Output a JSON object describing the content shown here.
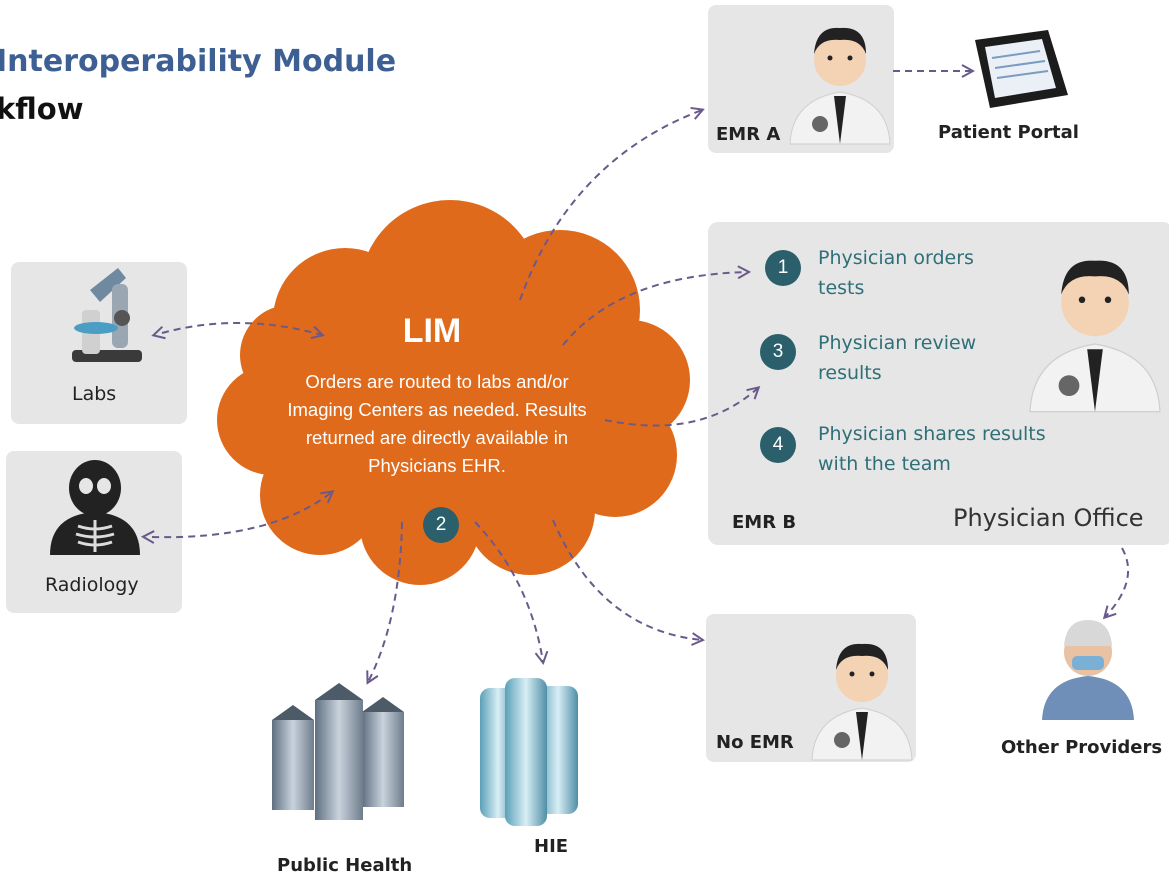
{
  "title": {
    "line1": "Interoperability Module",
    "line2": "kflow"
  },
  "lim": {
    "title": "LIM",
    "description": "Orders are routed to labs and/or Imaging Centers as needed. Results returned are directly available in Physicians EHR.",
    "step_badge": "2"
  },
  "nodes": {
    "labs": "Labs",
    "radiology": "Radiology",
    "emr_a": "EMR A",
    "patient_portal": "Patient Portal",
    "emr_b": "EMR B",
    "physician_office": "Physician Office",
    "no_emr": "No EMR",
    "other_providers": "Other Providers",
    "public_health": "Public Health",
    "hie": "HIE"
  },
  "steps": [
    {
      "number": "1",
      "text": "Physician orders tests"
    },
    {
      "number": "3",
      "text": "Physician review results"
    },
    {
      "number": "4",
      "text": "Physician shares results with the team"
    }
  ],
  "colors": {
    "cloud": "#e06a1b",
    "badge": "#2a5f6b",
    "panel": "#e6e6e6",
    "arrow": "#6a5a8c",
    "title": "#3d5f93",
    "step_text": "#2f6f78"
  },
  "icons": [
    "microscope-icon",
    "skeleton-icon",
    "doctor-icon",
    "tablet-icon",
    "building-icon",
    "skyscraper-icon",
    "surgeon-icon"
  ]
}
